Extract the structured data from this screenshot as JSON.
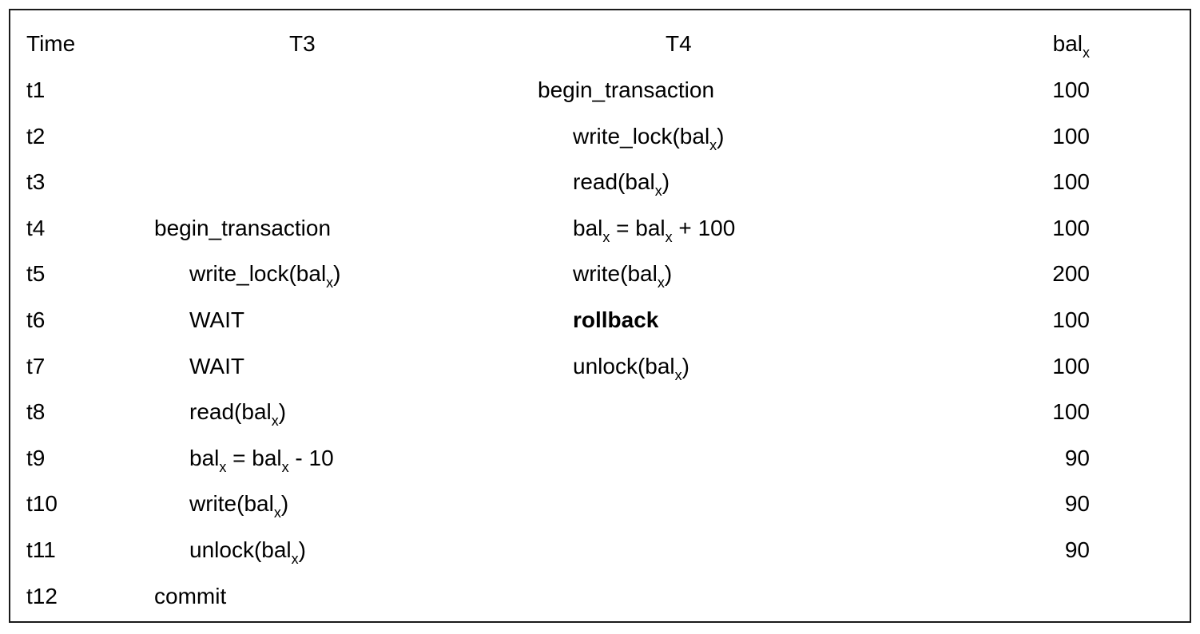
{
  "header": {
    "time": "Time",
    "t3": "T3",
    "t4": "T4",
    "bal_base": "bal",
    "bal_sub": "x"
  },
  "rows": [
    {
      "time": "t1",
      "t3": "",
      "t4": "begin_transaction",
      "bal": "100"
    },
    {
      "time": "t2",
      "t3": "",
      "t4": "write_lock(balₓ)",
      "bal": "100"
    },
    {
      "time": "t3",
      "t3": "",
      "t4": "read(balₓ)",
      "bal": "100"
    },
    {
      "time": "t4",
      "t3": "begin_transaction",
      "t4": "balₓ = balₓ + 100",
      "bal": "100"
    },
    {
      "time": "t5",
      "t3": "write_lock(balₓ)",
      "t4": "write(balₓ)",
      "bal": "200"
    },
    {
      "time": "t6",
      "t3": "WAIT",
      "t4": "rollback",
      "bal": "100"
    },
    {
      "time": "t7",
      "t3": "WAIT",
      "t4": "unlock(balₓ)",
      "bal": "100"
    },
    {
      "time": "t8",
      "t3": "read(balₓ)",
      "t4": "",
      "bal": "100"
    },
    {
      "time": "t9",
      "t3": "balₓ = balₓ - 10",
      "t4": "",
      "bal": "90"
    },
    {
      "time": "t10",
      "t3": "write(balₓ)",
      "t4": "",
      "bal": "90"
    },
    {
      "time": "t11",
      "t3": "unlock(balₓ)",
      "t4": "",
      "bal": "90"
    },
    {
      "time": "t12",
      "t3": "commit",
      "t4": "",
      "bal": ""
    }
  ],
  "subscript": {
    "bal": "bal",
    "x": "x",
    "write_lock_pre": "write_lock(",
    "read_pre": "read(",
    "write_pre": "write(",
    "unlock_pre": "unlock(",
    "close": ")",
    "eq": " = ",
    "plus100": " + 100",
    "minus10": " - 10"
  }
}
